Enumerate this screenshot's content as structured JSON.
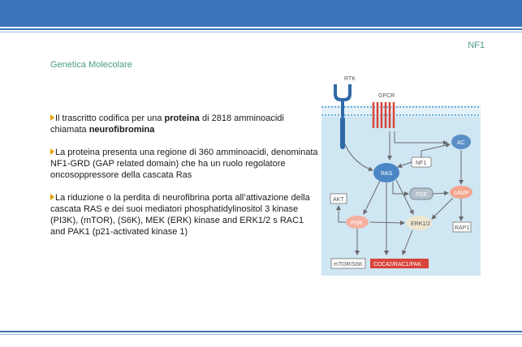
{
  "header": {
    "slide_tag": "NF1",
    "subtitle": "Genetica Molecolare"
  },
  "bullets": [
    {
      "parts": [
        {
          "text": "Il trascritto codifica per una ",
          "bold": false
        },
        {
          "text": "proteina",
          "bold": true
        },
        {
          "text": " di 2818 amminoacidi chiamata ",
          "bold": false
        },
        {
          "text": "neurofibromina",
          "bold": true
        }
      ]
    },
    {
      "parts": [
        {
          "text": "La proteina presenta una regione di 360 amminoacidi, denominata NF1-GRD (GAP related domain) che ha un ruolo regolatore oncosoppressore della cascata Ras",
          "bold": false
        }
      ]
    },
    {
      "parts": [
        {
          "text": "La riduzione o la perdita di neurofibrina porta all’attivazione della cascata RAS e dei suoi mediatori phosphatidylinositol 3 kinase (PI3K), (mTOR), (S6K), MEK (ERK) kinase and ERK1/2 s RAC1 and PAK1 (p21-activated kinase 1)",
          "bold": false
        }
      ]
    }
  ],
  "diagram": {
    "rtk": "RTK",
    "gpcr": "GPCR",
    "nf1": "NF1",
    "ac": "AC",
    "ras": "RAS",
    "pde": "PDE",
    "camp": "cAMP",
    "akt": "AKT",
    "pi3k": "PI3K",
    "erk": "ERK1/2",
    "rap1": "RAP1",
    "mtor": "mTOR/S6K",
    "cdc42": "CDC42/RAC1/PAK"
  },
  "colors": {
    "accent_blue": "#3b72b8",
    "accent_teal": "#4a9a8a",
    "bullet_arrow": "#e5a000",
    "cytoplasm": "#cfe6f3",
    "receptor": "#2f6aa8",
    "gpcr_red": "#d8453a",
    "output_red": "#d8453a"
  }
}
